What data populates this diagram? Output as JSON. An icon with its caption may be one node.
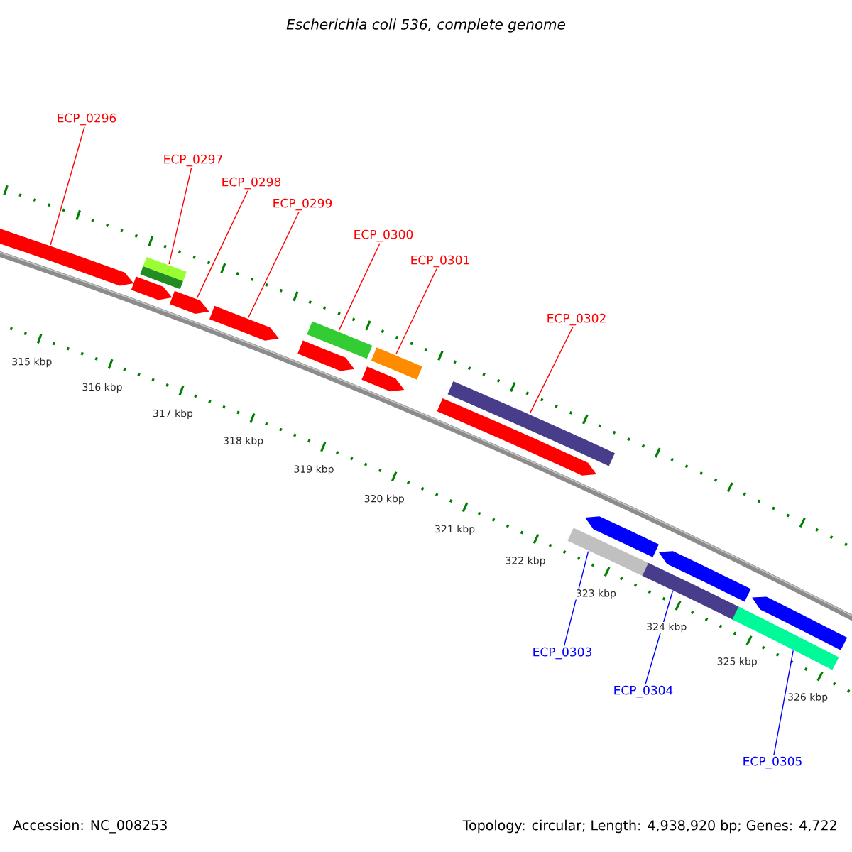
{
  "diagram": {
    "title": "Escherichia coli 536, complete genome",
    "nodes": [
      {
        "text": [
          "ECP_0296"
        ]
      },
      {
        "text": [
          "ECP_0297"
        ]
      },
      {
        "text": [
          "ECP_0298"
        ]
      },
      {
        "text": [
          "ECP_0299"
        ]
      },
      {
        "text": [
          "ECP_0300"
        ]
      },
      {
        "text": [
          "ECP_0301"
        ]
      },
      {
        "text": [
          "ECP_0302"
        ]
      },
      {
        "text": [
          "ECP_0303"
        ]
      },
      {
        "text": [
          "ECP_0304"
        ]
      },
      {
        "text": [
          "ECP_0305"
        ]
      },
      {
        "text": [],
        "shape": "arrow"
      },
      {
        "text": [],
        "shape": "arrow"
      },
      {
        "text": [],
        "shape": "bar"
      },
      {
        "text": [],
        "shape": "bar"
      },
      {
        "text": [],
        "shape": "arrow"
      },
      {
        "text": [],
        "shape": "arrow"
      },
      {
        "text": [],
        "shape": "arrow"
      },
      {
        "text": [],
        "shape": "bar"
      },
      {
        "text": [],
        "shape": "arrow"
      },
      {
        "text": [],
        "shape": "bar"
      },
      {
        "text": [],
        "shape": "arrow"
      },
      {
        "text": [],
        "shape": "bar"
      },
      {
        "text": [],
        "shape": "bar"
      },
      {
        "text": [],
        "shape": "arrow"
      },
      {
        "text": [],
        "shape": "bar"
      },
      {
        "text": [],
        "shape": "arrow"
      },
      {
        "text": [],
        "shape": "bar"
      },
      {
        "text": [],
        "shape": "arrow"
      }
    ],
    "edges": [
      {
        "from": 0,
        "to": 10,
        "arrow": "none"
      },
      {
        "from": 1,
        "to": 12,
        "arrow": "none"
      },
      {
        "from": 2,
        "to": 14,
        "arrow": "none"
      },
      {
        "from": 3,
        "to": 15,
        "arrow": "none"
      },
      {
        "from": 4,
        "to": 17,
        "arrow": "none"
      },
      {
        "from": 5,
        "to": 19,
        "arrow": "none"
      },
      {
        "from": 6,
        "to": 21,
        "arrow": "none"
      },
      {
        "from": 7,
        "to": 22,
        "arrow": "none",
        "color": "#0000ff"
      },
      {
        "from": 8,
        "to": 24,
        "arrow": "none",
        "color": "#0000ff"
      },
      {
        "from": 9,
        "to": 26,
        "arrow": "none",
        "color": "#0000ff"
      }
    ],
    "labels": [
      "315 kbp",
      "316 kbp",
      "317 kbp",
      "318 kbp",
      "319 kbp",
      "320 kbp",
      "321 kbp",
      "322 kbp",
      "323 kbp",
      "324 kbp",
      "325 kbp",
      "326 kbp",
      "Accession: NC_008253",
      "Topology: circular; Length: 4,938,920 bp; Genes: 4,722"
    ]
  }
}
